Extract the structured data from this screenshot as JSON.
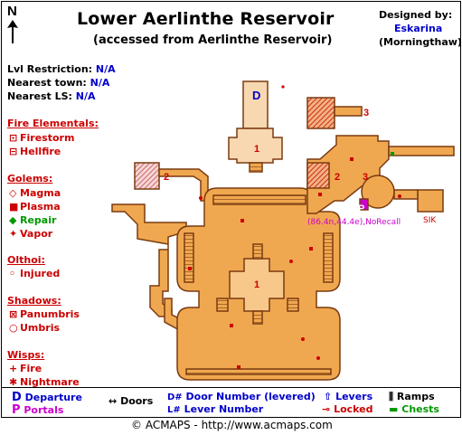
{
  "header": {
    "title": "Lower Aerlinthe Reservoir",
    "subtitle": "(accessed from Aerlinthe Reservoir)",
    "designed_by_label": "Designed by:",
    "designer": "Eskarina",
    "designer_alt": "(Morningthaw)",
    "compass_label": "N"
  },
  "info": {
    "lvl_label": "Lvl Restriction:",
    "lvl_value": "N/A",
    "town_label": "Nearest town:",
    "town_value": "N/A",
    "ls_label": "Nearest LS:",
    "ls_value": "N/A"
  },
  "creatures": [
    {
      "category": "Fire Elementals:",
      "members": [
        {
          "symbol": "⊡",
          "name": "Firestorm"
        },
        {
          "symbol": "⊟",
          "name": "Hellfire"
        }
      ]
    },
    {
      "category": "Golems:",
      "members": [
        {
          "symbol": "◇",
          "name": "Magma"
        },
        {
          "symbol": "■",
          "name": "Plasma"
        },
        {
          "symbol": "◆",
          "name": "Repair",
          "color": "#009900"
        },
        {
          "symbol": "✦",
          "name": "Vapor"
        }
      ]
    },
    {
      "category": "Olthoi:",
      "members": [
        {
          "symbol": "◦",
          "name": "Injured"
        }
      ]
    },
    {
      "category": "Shadows:",
      "members": [
        {
          "symbol": "⊠",
          "name": "Panumbris"
        },
        {
          "symbol": "○",
          "name": "Umbris"
        }
      ]
    },
    {
      "category": "Wisps:",
      "members": [
        {
          "symbol": "+",
          "name": "Fire"
        },
        {
          "symbol": "✱",
          "name": "Nightmare"
        }
      ]
    }
  ],
  "legend": {
    "departure_sym": "D",
    "departure": "Departure",
    "portals_sym": "P",
    "portals": "Portals",
    "doors_sym": "↔",
    "doors": "Doors",
    "door_number_sym": "D#",
    "door_number": "Door Number (levered)",
    "lever_number_sym": "L#",
    "lever_number": "Lever Number",
    "levers_sym": "⇧",
    "levers": "Levers",
    "locked_sym": "⊸",
    "locked": "Locked",
    "ramps_sym": "⫼",
    "ramps": "Ramps",
    "chests_sym": "▬",
    "chests": "Chests"
  },
  "map": {
    "label_D": "D",
    "label_1_top": "1",
    "label_1_center": "1",
    "label_2_left": "2",
    "label_2_right": "2",
    "label_3_top": "3",
    "label_3_right": "3",
    "label_P": "P",
    "coords": "(86.4n,44.4e),NoRecall",
    "locked_sik": "SIK"
  },
  "copyright": "© ACMAPS - http://www.acmaps.com",
  "colors": {
    "floor": "#f0a850",
    "floor_light": "#f8c88a",
    "wall": "#7a3a10",
    "accent_red": "#cc0000",
    "accent_blue": "#0000cc",
    "portal_magenta": "#cc00cc"
  }
}
